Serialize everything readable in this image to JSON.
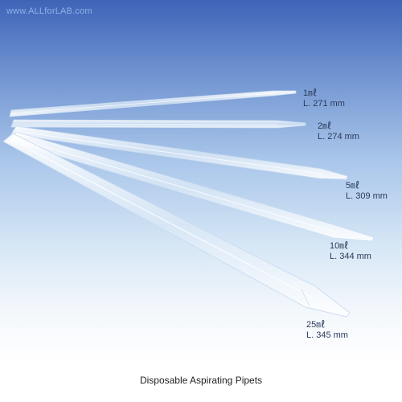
{
  "watermark": "www.ALLforLAB.com",
  "caption": "Disposable Aspirating Pipets",
  "pipets": [
    {
      "volume": "1㎖",
      "length": "L. 271 mm"
    },
    {
      "volume": "2㎖",
      "length": "L. 274 mm"
    },
    {
      "volume": "5㎖",
      "length": "L. 309 mm"
    },
    {
      "volume": "10㎖",
      "length": "L. 344 mm"
    },
    {
      "volume": "25㎖",
      "length": "L. 345 mm"
    }
  ],
  "colors": {
    "background_top": "#3f63b8",
    "background_bottom": "#ffffff",
    "pipet": "#eaf3fc"
  }
}
